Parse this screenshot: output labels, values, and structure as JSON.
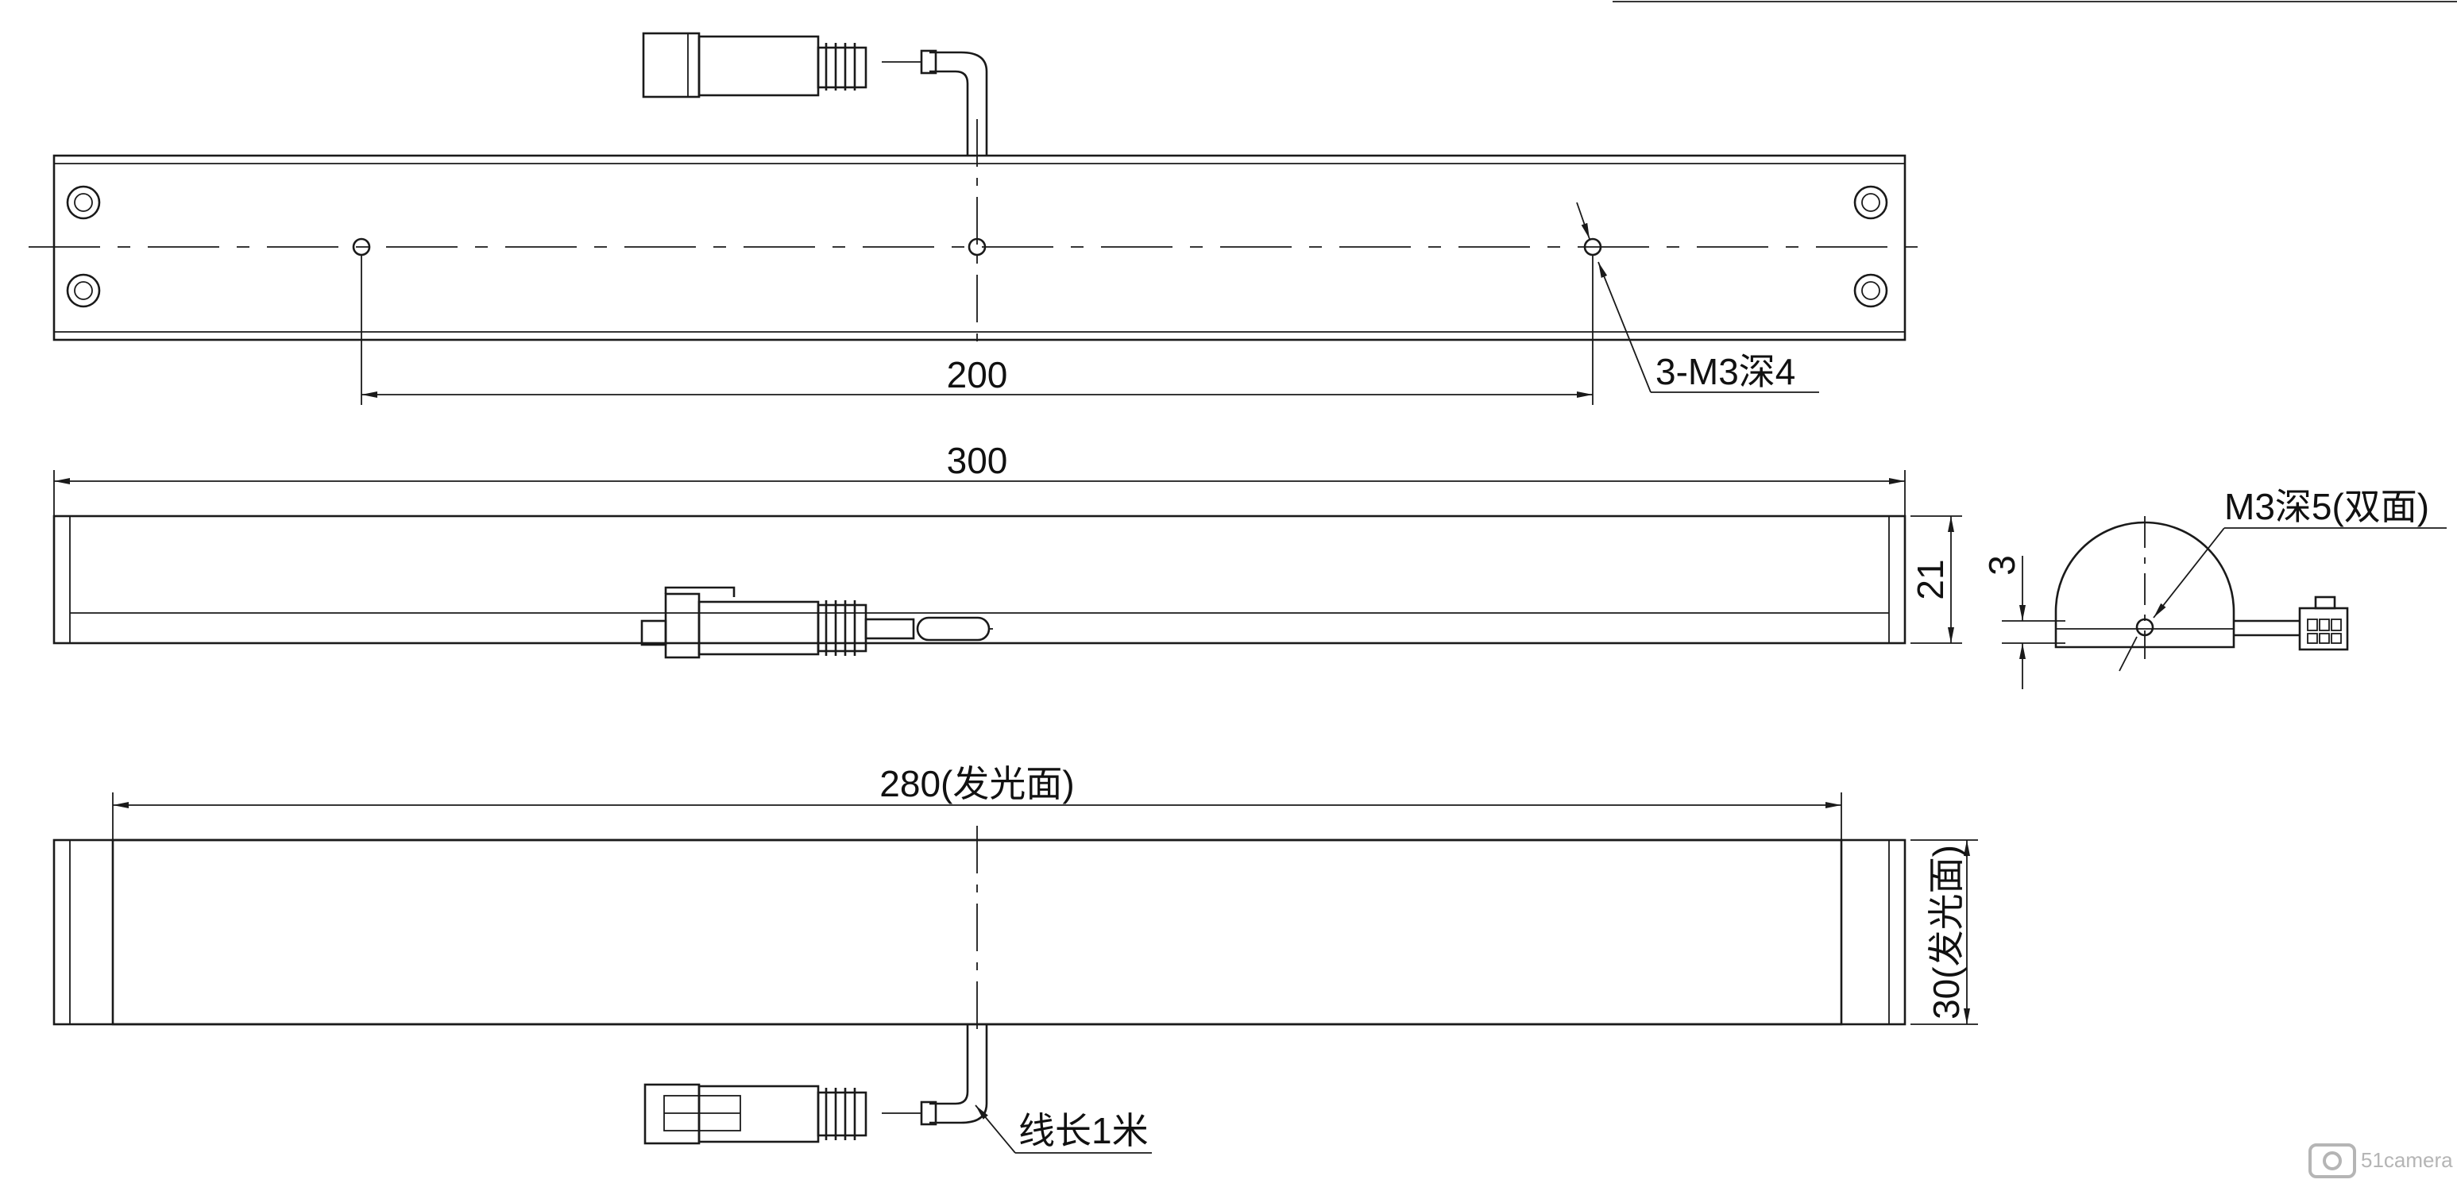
{
  "dimensions": {
    "hole_spacing": "200",
    "hole_callout": "3-M3深4",
    "total_length": "300",
    "height": "21",
    "side_offset": "3",
    "side_callout": "M3深5(双面)",
    "emitting_length": "280(发光面)",
    "emitting_width": "30(发光面)",
    "cable_length": "线长1米"
  },
  "watermark": {
    "brand": "51camera"
  },
  "colors": {
    "line": "#1a1a1a",
    "background": "#ffffff",
    "watermark": "#b5b5b5"
  }
}
